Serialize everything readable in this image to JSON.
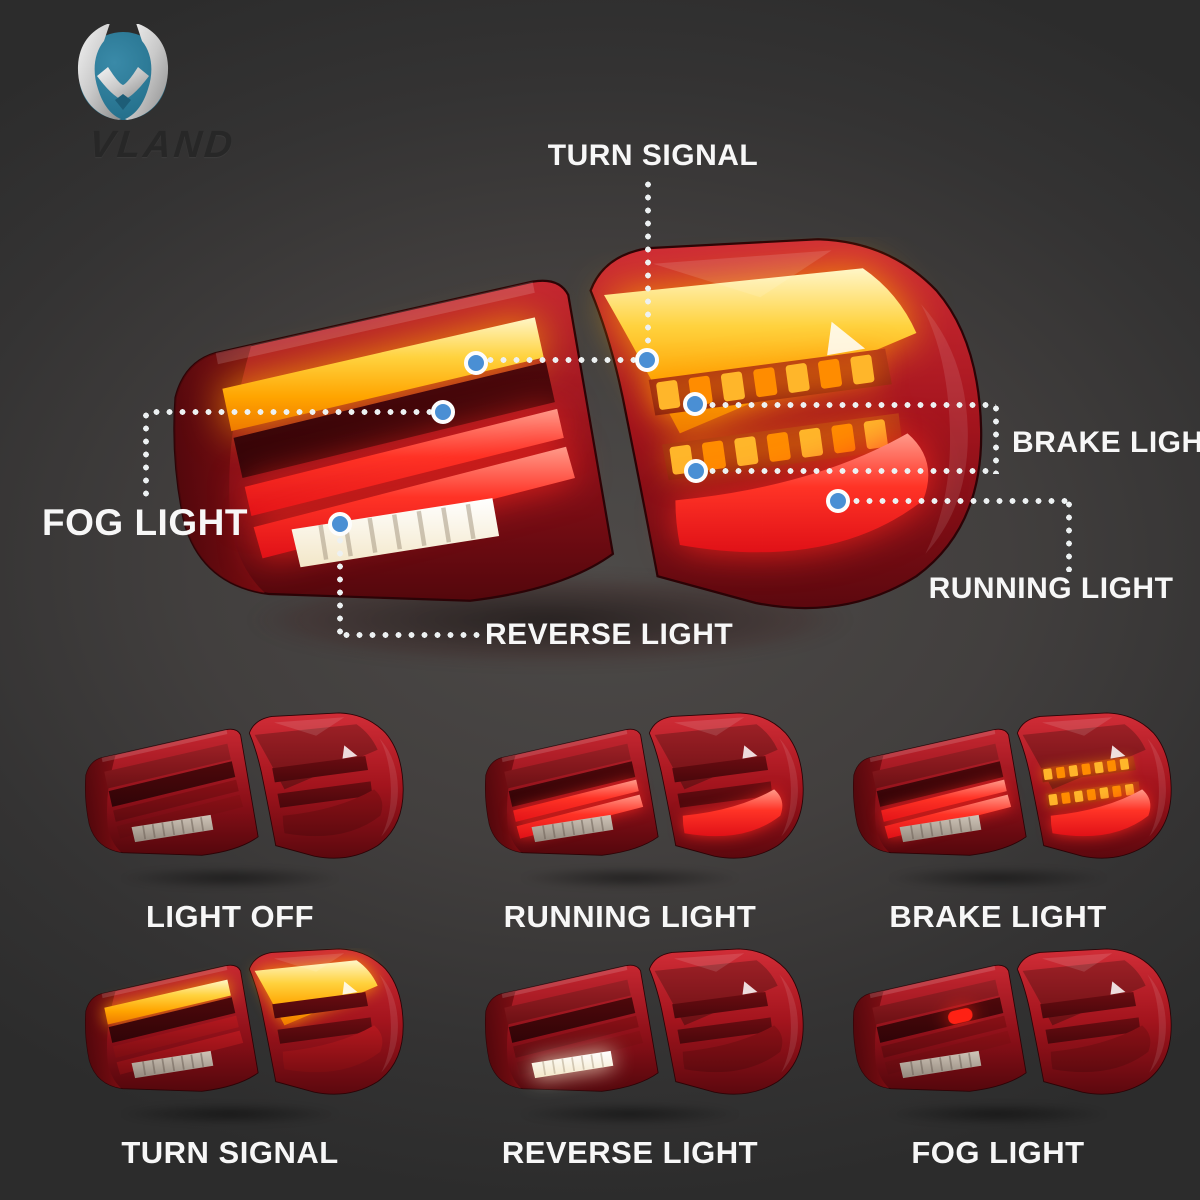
{
  "brand": {
    "name": "VLAND",
    "emblem": "vland-wings-emblem"
  },
  "hero": {
    "callouts": [
      {
        "id": "turn-signal",
        "label": "TURN SIGNAL"
      },
      {
        "id": "brake-light",
        "label": "BRAKE LIGHT"
      },
      {
        "id": "fog-light",
        "label": "FOG LIGHT"
      },
      {
        "id": "running-light",
        "label": "RUNNING LIGHT"
      },
      {
        "id": "reverse-light",
        "label": "REVERSE LIGHT"
      }
    ],
    "connector_dot_color": "#4a8fd4",
    "dotted_line_color": "#edf1f2"
  },
  "thumbnails": [
    {
      "id": "light-off",
      "label": "LIGHT OFF"
    },
    {
      "id": "running-light",
      "label": "RUNNING LIGHT"
    },
    {
      "id": "brake-light",
      "label": "BRAKE LIGHT"
    },
    {
      "id": "turn-signal",
      "label": "TURN SIGNAL"
    },
    {
      "id": "reverse-light",
      "label": "REVERSE LIGHT"
    },
    {
      "id": "fog-light",
      "label": "FOG LIGHT"
    }
  ],
  "palette": {
    "background_center": "#4d4a48",
    "background_edge": "#2c2c2c",
    "amber_lit": "#ffb300",
    "red_lit": "#ff2a22",
    "body_red": "#a11119",
    "reverse_white": "#f7eed6",
    "label_text": "#f7f7f7",
    "logo_teal": "#2e7f9e"
  }
}
